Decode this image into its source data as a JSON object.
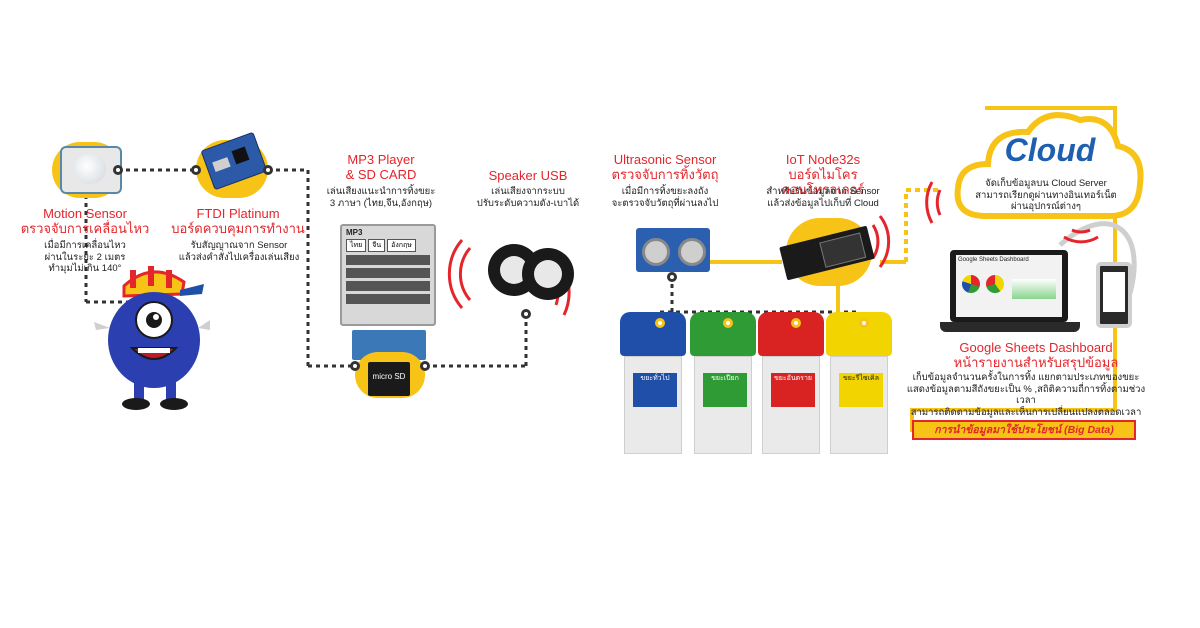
{
  "nodes": {
    "motion": {
      "title": "Motion Sensor",
      "subtitle": "ตรวจจับการเคลื่อนไหว",
      "desc": [
        "เมื่อมีการเคลื่อนไหว",
        "ผ่านในระยะ 2 เมตร",
        "ทำมุมไม่เกิน 140°"
      ]
    },
    "ftdi": {
      "title": "FTDI Platinum",
      "subtitle": "บอร์ดควบคุมการทำงาน",
      "desc": [
        "รับสัญญาณจาก Sensor",
        "แล้วส่งคำสั่งไปเครื่องเล่นเสียง"
      ]
    },
    "mp3": {
      "title": "MP3 Player",
      "subtitle": "& SD CARD",
      "desc": [
        "เล่นเสียงแนะนำการทิ้งขยะ",
        "3 ภาษา (ไทย,จีน,อังกฤษ)"
      ]
    },
    "speaker": {
      "title": "Speaker USB",
      "desc": [
        "เล่นเสียงจากระบบ",
        "ปรับระดับความดัง-เบาได้"
      ]
    },
    "ultrasonic": {
      "title": "Ultrasonic Sensor",
      "subtitle": "ตรวจจับการทิ้งวัตถุ",
      "desc": [
        "เมื่อมีการทิ้งขยะลงถัง",
        "จะตรวจจับวัตถุที่ผ่านลงไป"
      ]
    },
    "iot": {
      "title": "IoT Node32s",
      "subtitle": "บอร์ดไมโครคอนโทรลเลอร์",
      "desc": [
        "สำหรับรับข้อมูลจาก Sensor",
        "แล้วส่งข้อมูลไปเก็บที่ Cloud"
      ]
    },
    "cloud": {
      "title": "Cloud",
      "desc": [
        "จัดเก็บข้อมูลบน Cloud Server",
        "สามารถเรียกดูผ่านทางอินเทอร์เน็ต",
        "ผ่านอุปกรณ์ต่างๆ"
      ]
    },
    "sheets": {
      "title": "Google Sheets Dashboard",
      "subtitle": "หน้ารายงานสำหรับสรุปข้อมูล",
      "desc": [
        "เก็บข้อมูลจำนวนครั้งในการทิ้ง แยกตามประเภทของขยะ",
        "แสดงข้อมูลตามสีถังขยะเป็น % ,สถิติความถี่การทิ้งตามช่วงเวลา",
        "สามารถติดตามข้อมูลและเห็นการเปลี่ยนแปลงตลอดเวลา"
      ]
    }
  },
  "bigdata_label": "การนำข้อมูลมาใช้ประโยชน์ (Big Data)",
  "mp3_menu": {
    "header": "MP3",
    "lang": [
      "ไทย",
      "จีน",
      "อังกฤษ"
    ]
  },
  "laptop_screen_title": "Google Sheets Dashboard",
  "micro_sd_label": "micro SD",
  "bins": [
    {
      "color": "#1f4fa8",
      "label": "ขยะทั่วไป"
    },
    {
      "color": "#2f9b34",
      "label": "ขยะเปียก"
    },
    {
      "color": "#d92323",
      "label": "ขยะอันตราย"
    },
    {
      "color": "#f2d500",
      "label": "ขยะรีไซเคิล"
    }
  ],
  "colors": {
    "accent": "#e4252b",
    "yellow": "#f7c316",
    "cloud_blue": "#1f5fb0",
    "wire": "#333333"
  }
}
